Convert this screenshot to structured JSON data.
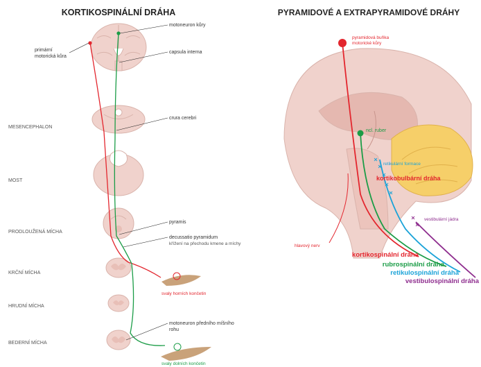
{
  "left_panel": {
    "title": "KORTIKOSPINÁLNÍ DRÁHA",
    "levels": [
      {
        "id": "mesencephalon",
        "label": "MESENCEPHALON"
      },
      {
        "id": "most",
        "label": "MOST"
      },
      {
        "id": "prodlouzena",
        "label": "PRODLOUŽENÁ MÍCHA"
      },
      {
        "id": "krcni",
        "label": "KRČNÍ MÍCHA"
      },
      {
        "id": "hrudni",
        "label": "HRUDNÍ MÍCHA"
      },
      {
        "id": "bederni",
        "label": "BEDERNÍ MÍCHA"
      }
    ],
    "annotations": {
      "motoneuron_kury": "motoneuron kůry",
      "primarni_kura_1": "primární",
      "primarni_kura_2": "motorická kůra",
      "capsula_interna": "capsula interna",
      "crura_cerebri": "crura cerebri",
      "pyramis": "pyramis",
      "decussatio_1": "decussatio pyramidum",
      "decussatio_2": "křížení na přechodu kmene a míchy",
      "svaly_horni": "svaly horních končetin",
      "motoneuron_predni_1": "motoneuron předního míšního",
      "motoneuron_predni_2": "rohu",
      "svaly_dolni": "svaly dolních končetin"
    }
  },
  "right_panel": {
    "title": "PYRAMIDOVÉ A EXTRAPYRAMIDOVÉ DRÁHY",
    "annotations": {
      "pyramidova_1": "pyramidová buňka",
      "pyramidova_2": "motorické kůry",
      "ncl_ruber": "ncl. ruber",
      "retikularni_formace": "retikulární formace",
      "kortikobulbarni": "kortikobulbární dráha",
      "vestibularni_jadra": "vestibulární jádra",
      "hlavovy_nerv": "hlavový nerv"
    },
    "tracts": [
      {
        "id": "kortikospinalni",
        "label": "kortikospinální dráha",
        "color": "#e3262e"
      },
      {
        "id": "rubrospinalni",
        "label": "rubrospinální dráha",
        "color": "#1a9c46"
      },
      {
        "id": "retikulospinalni",
        "label": "retikulospinální dráha",
        "color": "#1ba3d8"
      },
      {
        "id": "vestibulospinalni",
        "label": "vestibulospinální dráha",
        "color": "#8e2d8e"
      }
    ]
  },
  "colors": {
    "title": "#222222",
    "label": "#444444",
    "pyramidal_red": "#e3262e",
    "green": "#1a9c46",
    "tissue": "#f0d2cc",
    "tissue_stroke": "#d9b3ab",
    "cerebellum": "#f6cf69",
    "muscle": "#c9a27a",
    "reticular_blue": "#1ba3d8",
    "purple": "#8e2d8e"
  }
}
